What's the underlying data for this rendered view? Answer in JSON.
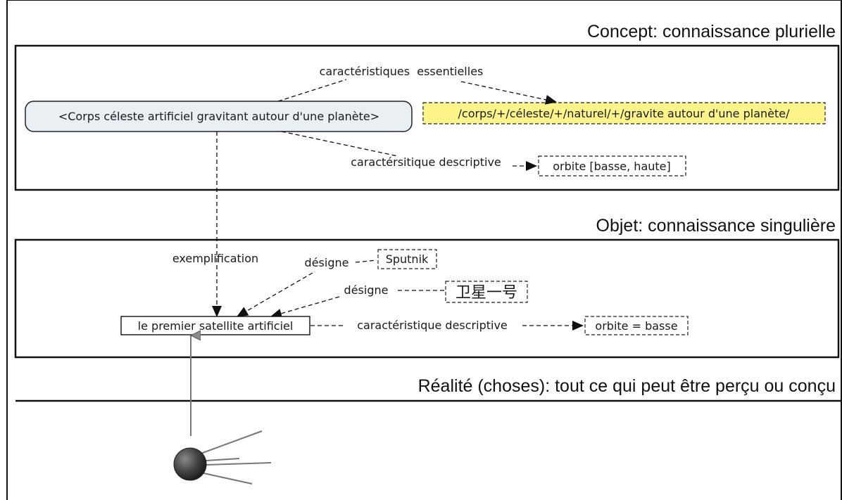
{
  "sections": {
    "concept": "Concept: connaissance plurielle",
    "objet": "Objet: connaissance singulière",
    "realite": "Réalité (choses): tout ce qui peut être perçu ou conçu"
  },
  "nodes": {
    "concept": "<Corps céleste artificiel gravitant autour d'une planète>",
    "definition": "/corps/+/céleste/+/naturel/+/gravite autour d'une planète/",
    "orbit_range": "orbite [basse, haute]",
    "object": "le premier satellite artificiel",
    "sputnik": "Sputnik",
    "chinese_name": "卫星一号",
    "orbit_value": "orbite = basse"
  },
  "edges": {
    "essential": "caractéristiques  essentielles",
    "descriptive_concept": "caractérsitique descriptive",
    "exemplification": "exemplification",
    "designates_1": "désigne",
    "designates_2": "désigne",
    "descriptive_object": "caractéristique descriptive"
  },
  "colors": {
    "highlight": "#fdf58a",
    "concept_node_fill": "#e9eff3",
    "border": "#111111"
  },
  "icons": {
    "satellite": "sputnik-satellite"
  }
}
